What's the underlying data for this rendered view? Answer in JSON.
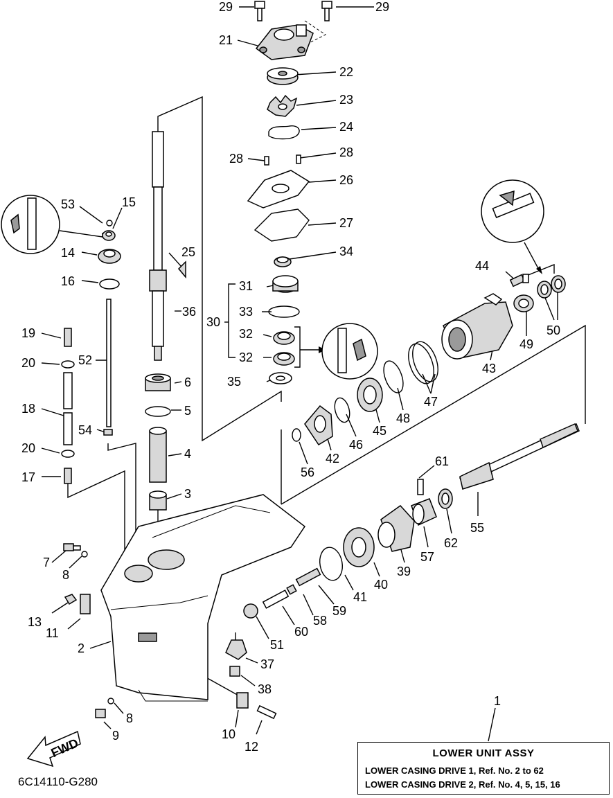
{
  "diagram_code": "6C14110-G280",
  "fwd_label": "FWD",
  "assembly": {
    "ref_number": "1",
    "title": "LOWER  UNIT ASSY",
    "lines": [
      "LOWER CASING DRIVE 1, Ref. No. 2 to 62",
      "LOWER CASING DRIVE 2, Ref. No. 4, 5, 15, 16"
    ]
  },
  "callouts": {
    "c29a": "29",
    "c29b": "29",
    "c21": "21",
    "c22": "22",
    "c23": "23",
    "c24": "24",
    "c28a": "28",
    "c28b": "28",
    "c26": "26",
    "c27": "27",
    "c34": "34",
    "c31": "31",
    "c33": "33",
    "c30": "30",
    "c32a": "32",
    "c32b": "32",
    "c35": "35",
    "c53": "53",
    "c15": "15",
    "c14": "14",
    "c16": "16",
    "c25": "25",
    "c36": "36",
    "c19": "19",
    "c20a": "20",
    "c52": "52",
    "c18": "18",
    "c54": "54",
    "c20b": "20",
    "c17": "17",
    "c6": "6",
    "c5": "5",
    "c4": "4",
    "c3": "3",
    "c44": "44",
    "c49": "49",
    "c50": "50",
    "c43": "43",
    "c47": "47",
    "c48": "48",
    "c45": "45",
    "c46": "46",
    "c42": "42",
    "c56": "56",
    "c61": "61",
    "c62": "62",
    "c55": "55",
    "c57": "57",
    "c39": "39",
    "c40": "40",
    "c41": "41",
    "c59": "59",
    "c58": "58",
    "c60": "60",
    "c51": "51",
    "c37": "37",
    "c38": "38",
    "c7": "7",
    "c8a": "8",
    "c13": "13",
    "c11": "11",
    "c2": "2",
    "c8b": "8",
    "c9": "9",
    "c10": "10",
    "c12": "12"
  }
}
